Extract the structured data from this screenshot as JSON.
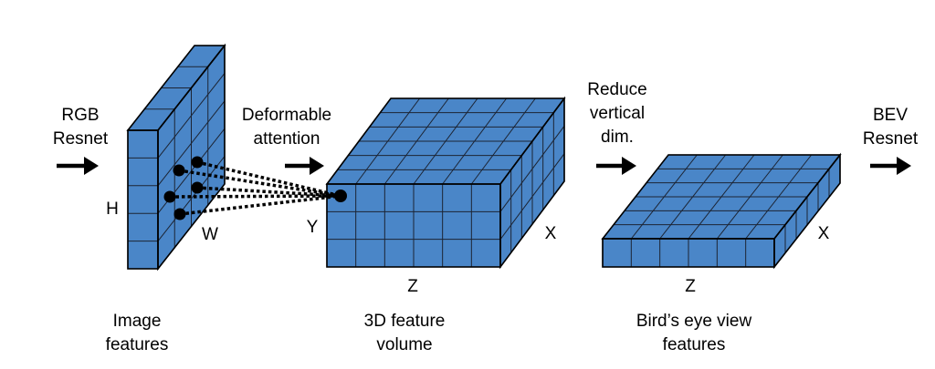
{
  "colors": {
    "block_fill": "#4a86c8",
    "grid_line": "#1c2433",
    "text": "#000000"
  },
  "steps": [
    {
      "lines": [
        "RGB",
        "Resnet"
      ]
    },
    {
      "lines": [
        "Deformable",
        "attention"
      ]
    },
    {
      "lines": [
        "Reduce",
        "vertical",
        "dim."
      ]
    },
    {
      "lines": [
        "BEV",
        "Resnet"
      ]
    }
  ],
  "axes": {
    "h": "H",
    "w": "W",
    "y": "Y",
    "x1": "X",
    "z1": "Z",
    "z2": "Z",
    "x2": "X"
  },
  "captions": [
    {
      "lines": [
        "Image",
        "features"
      ]
    },
    {
      "lines": [
        "3D feature",
        "volume"
      ]
    },
    {
      "lines": [
        "Bird’s eye view",
        "features"
      ]
    }
  ]
}
